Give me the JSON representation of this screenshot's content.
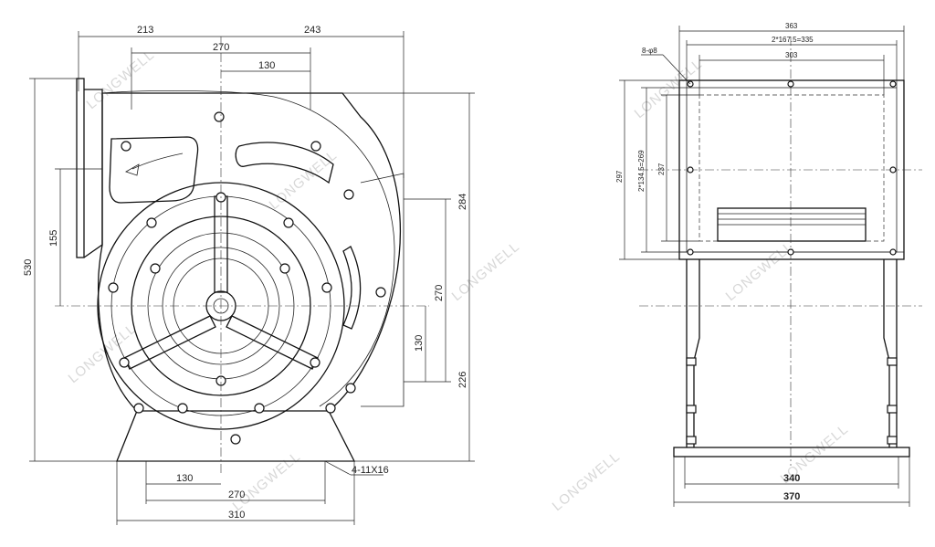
{
  "watermark": "LONGWELL",
  "front_view": {
    "dims": {
      "d213": "213",
      "d243": "243",
      "d270_top": "270",
      "d130_top": "130",
      "d530": "530",
      "d155": "155",
      "d284": "284",
      "d270_right": "270",
      "d130_right": "130",
      "d226": "226",
      "d130_bottom": "130",
      "d270_bottom": "270",
      "d310": "310",
      "holes": "4-11X16"
    }
  },
  "side_view": {
    "dims": {
      "d363": "363",
      "d335": "2*167.5=335",
      "d303": "303",
      "bolt": "8-φ8",
      "d297": "297",
      "d269": "2*134.5=269",
      "d237": "237",
      "d340": "340",
      "d370": "370"
    }
  },
  "colors": {
    "line": "#111111",
    "watermark": "#d8d8d8"
  }
}
